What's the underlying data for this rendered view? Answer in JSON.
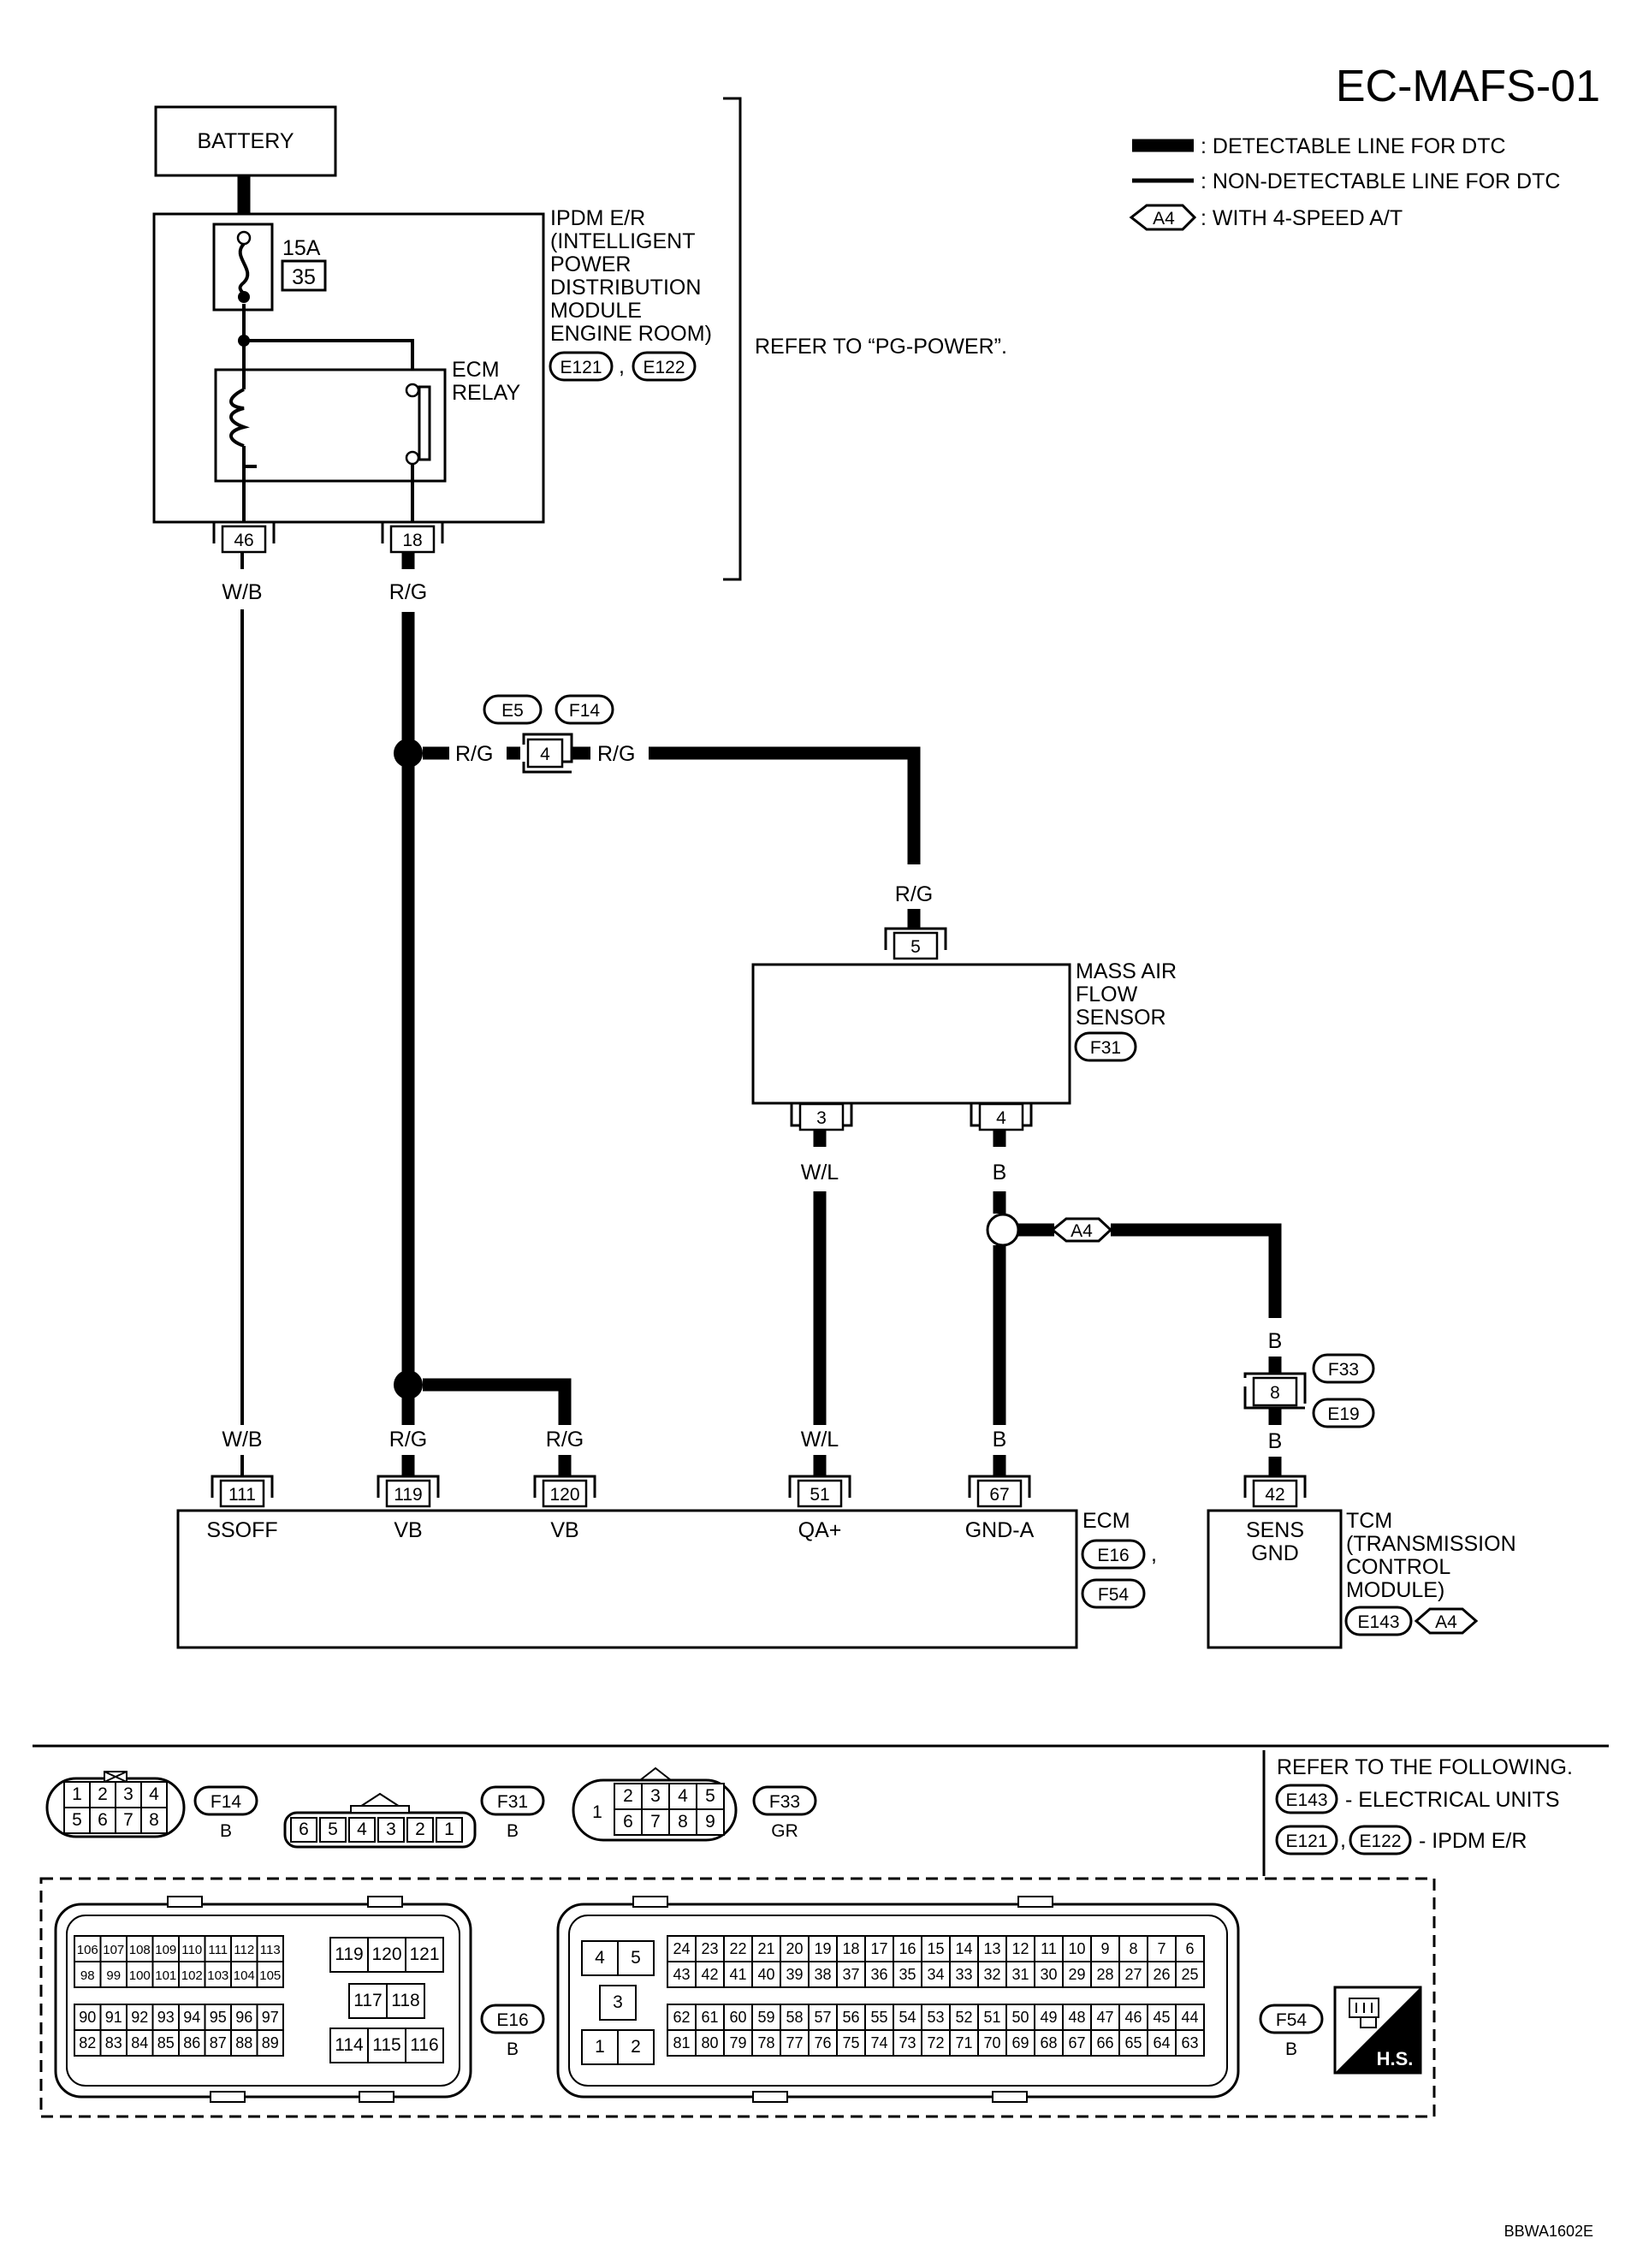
{
  "title": "EC-MAFS-01",
  "legend": {
    "detectable": ": DETECTABLE LINE FOR DTC",
    "non_detectable": ": NON-DETECTABLE LINE FOR DTC",
    "a4_tag": "A4",
    "a4_desc": ": WITH 4-SPEED A/T"
  },
  "battery": "BATTERY",
  "fuse": {
    "rating": "15A",
    "number": "35"
  },
  "ipdm": {
    "lines": [
      "IPDM E/R",
      "(INTELLIGENT",
      "POWER",
      "DISTRIBUTION",
      "MODULE",
      "ENGINE ROOM)"
    ],
    "conn1": "E121",
    "sep": ",",
    "conn2": "E122"
  },
  "ecm_relay": [
    "ECM",
    "RELAY"
  ],
  "refer_pg": "REFER TO “PG-POWER”.",
  "ipdm_pins": [
    "46",
    "18"
  ],
  "wire_colors": {
    "wb": "W/B",
    "rg": "R/G",
    "wl": "W/L",
    "b": "B"
  },
  "junction": {
    "conn1": "E5",
    "conn2": "F14",
    "pin": "4"
  },
  "maf": {
    "lines": [
      "MASS AIR",
      "FLOW",
      "SENSOR"
    ],
    "conn": "F31",
    "pin_top": "5",
    "pin_left": "3",
    "pin_right": "4"
  },
  "a4_tag": "A4",
  "f33_conn": {
    "top": "F33",
    "pin": "8",
    "bottom": "E19"
  },
  "ecm": {
    "pins": [
      "111",
      "119",
      "120",
      "51",
      "67"
    ],
    "labels": [
      "SSOFF",
      "VB",
      "VB",
      "QA+",
      "GND-A"
    ],
    "name": "ECM",
    "conn1": "E16",
    "sep": ",",
    "conn2": "F54"
  },
  "tcm": {
    "pin": "42",
    "inner": [
      "SENS",
      "GND"
    ],
    "lines": [
      "TCM",
      "(TRANSMISSION",
      "CONTROL",
      "MODULE)"
    ],
    "conn": "E143",
    "tag": "A4"
  },
  "connectors": {
    "f14": {
      "name": "F14",
      "color": "B",
      "top": [
        "1",
        "2",
        "3",
        "4"
      ],
      "bottom": [
        "5",
        "6",
        "7",
        "8"
      ]
    },
    "f31": {
      "name": "F31",
      "color": "B",
      "pins": [
        "6",
        "5",
        "4",
        "3",
        "2",
        "1"
      ]
    },
    "f33": {
      "name": "F33",
      "color": "GR",
      "left": "1",
      "top": [
        "2",
        "3",
        "4",
        "5"
      ],
      "bottom": [
        "6",
        "7",
        "8",
        "9"
      ]
    },
    "e16": {
      "name": "E16",
      "color": "B",
      "rowA": [
        "106",
        "107",
        "108",
        "109",
        "110",
        "111",
        "112",
        "113"
      ],
      "rowB": [
        "98",
        "99",
        "100",
        "101",
        "102",
        "103",
        "104",
        "105"
      ],
      "rowC": [
        "90",
        "91",
        "92",
        "93",
        "94",
        "95",
        "96",
        "97"
      ],
      "rowD": [
        "82",
        "83",
        "84",
        "85",
        "86",
        "87",
        "88",
        "89"
      ],
      "mid": [
        "119",
        "120",
        "121",
        "117",
        "118",
        "114",
        "115",
        "116"
      ]
    },
    "f54": {
      "name": "F54",
      "color": "B",
      "left": [
        "4",
        "5",
        "3",
        "1",
        "2"
      ],
      "rowA": [
        "24",
        "23",
        "22",
        "21",
        "20",
        "19",
        "18",
        "17",
        "16",
        "15",
        "14",
        "13",
        "12",
        "11",
        "10",
        "9",
        "8",
        "7",
        "6"
      ],
      "rowB": [
        "43",
        "42",
        "41",
        "40",
        "39",
        "38",
        "37",
        "36",
        "35",
        "34",
        "33",
        "32",
        "31",
        "30",
        "29",
        "28",
        "27",
        "26",
        "25"
      ],
      "rowC": [
        "62",
        "61",
        "60",
        "59",
        "58",
        "57",
        "56",
        "55",
        "54",
        "53",
        "52",
        "51",
        "50",
        "49",
        "48",
        "47",
        "46",
        "45",
        "44"
      ],
      "rowD": [
        "81",
        "80",
        "79",
        "78",
        "77",
        "76",
        "75",
        "74",
        "73",
        "72",
        "71",
        "70",
        "69",
        "68",
        "67",
        "66",
        "65",
        "64",
        "63"
      ]
    }
  },
  "refer": {
    "heading": "REFER TO THE FOLLOWING.",
    "e143": "E143",
    "e143_desc": "- ELECTRICAL UNITS",
    "e121": "E121",
    "e122": "E122",
    "ipdm_desc": "- IPDM E/R"
  },
  "hs": "H.S.",
  "code": "BBWA1602E"
}
